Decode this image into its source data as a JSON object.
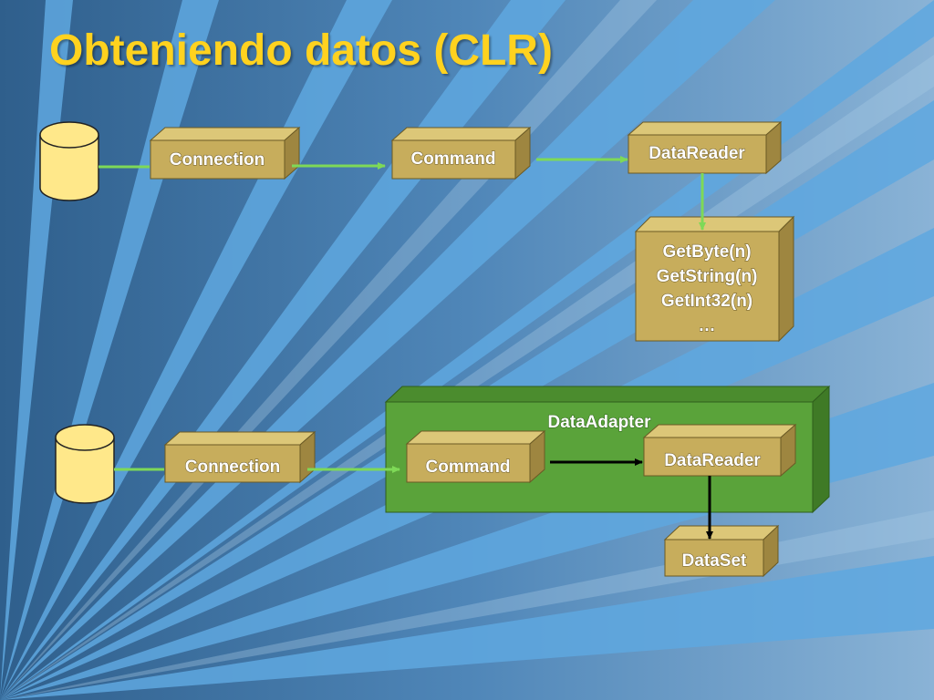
{
  "slide": {
    "title": "Obteniendo datos (CLR)"
  },
  "diagram": {
    "top_flow": {
      "connection": "Connection",
      "command": "Command",
      "datareader": "DataReader",
      "methods": [
        "GetByte(n)",
        "GetString(n)",
        "GetInt32(n)",
        "…"
      ]
    },
    "bottom_flow": {
      "connection": "Connection",
      "dataadapter": "DataAdapter",
      "command": "Command",
      "datareader": "DataReader",
      "dataset": "DataSet"
    }
  },
  "colors": {
    "title": "#ffd21f",
    "box_front": "#c7ad5c",
    "box_top": "#dcc778",
    "box_side": "#9e8640",
    "database": "#ffe88a",
    "adapter_front": "#5aa33a",
    "adapter_top": "#4b8c2e",
    "adapter_side": "#3f7a26",
    "green_arrow": "#7ed957",
    "black_arrow": "#000000"
  },
  "icons": {
    "database": "database-cylinder-icon"
  }
}
